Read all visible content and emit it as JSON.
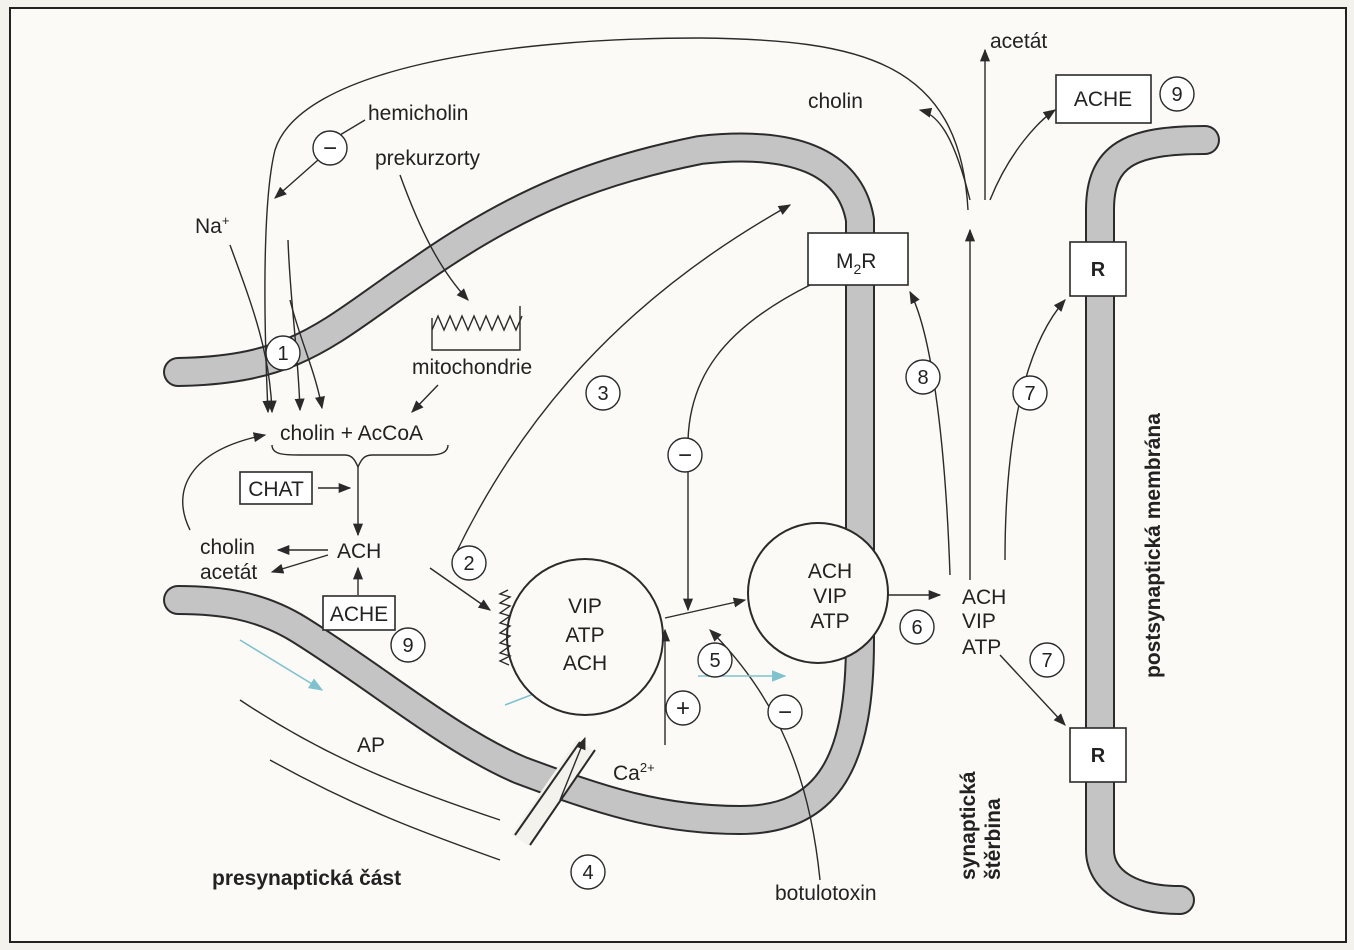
{
  "labels": {
    "hemicholin": "hemicholin",
    "prekurzorty": "prekurzorty",
    "na": "Na",
    "na_sup": "+",
    "mitochondrie": "mitochondrie",
    "cholin_accoa": "cholin + AcCoA",
    "chat": "CHAT",
    "ach_center": "ACH",
    "cholin_left": "cholin",
    "acetat_left": "acetát",
    "ache_left": "ACHE",
    "ap": "AP",
    "ca": "Ca",
    "ca_sup": "2+",
    "vesicle_left": [
      "VIP",
      "ATP",
      "ACH"
    ],
    "vesicle_right": [
      "ACH",
      "VIP",
      "ATP"
    ],
    "cleft_ach": [
      "ACH",
      "VIP",
      "ATP"
    ],
    "m2r": "M",
    "m2r_sub": "2",
    "m2r_tail": "R",
    "cholin_top": "cholin",
    "acetat_top": "acetát",
    "ache_top": "ACHE",
    "receptor": "R",
    "botulotoxin": "botulotoxin",
    "presynapticka": "presynaptická část",
    "synapticka": "synaptická",
    "sterbina": "štěrbina",
    "postsynapticka": "postsynaptická membrána"
  },
  "numbers": {
    "n1": "1",
    "n2": "2",
    "n3": "3",
    "n4": "4",
    "n5": "5",
    "n6": "6",
    "n7a": "7",
    "n7b": "7",
    "n8": "8",
    "n9a": "9",
    "n9b": "9"
  },
  "symbols": {
    "minus": "−",
    "plus": "+"
  }
}
